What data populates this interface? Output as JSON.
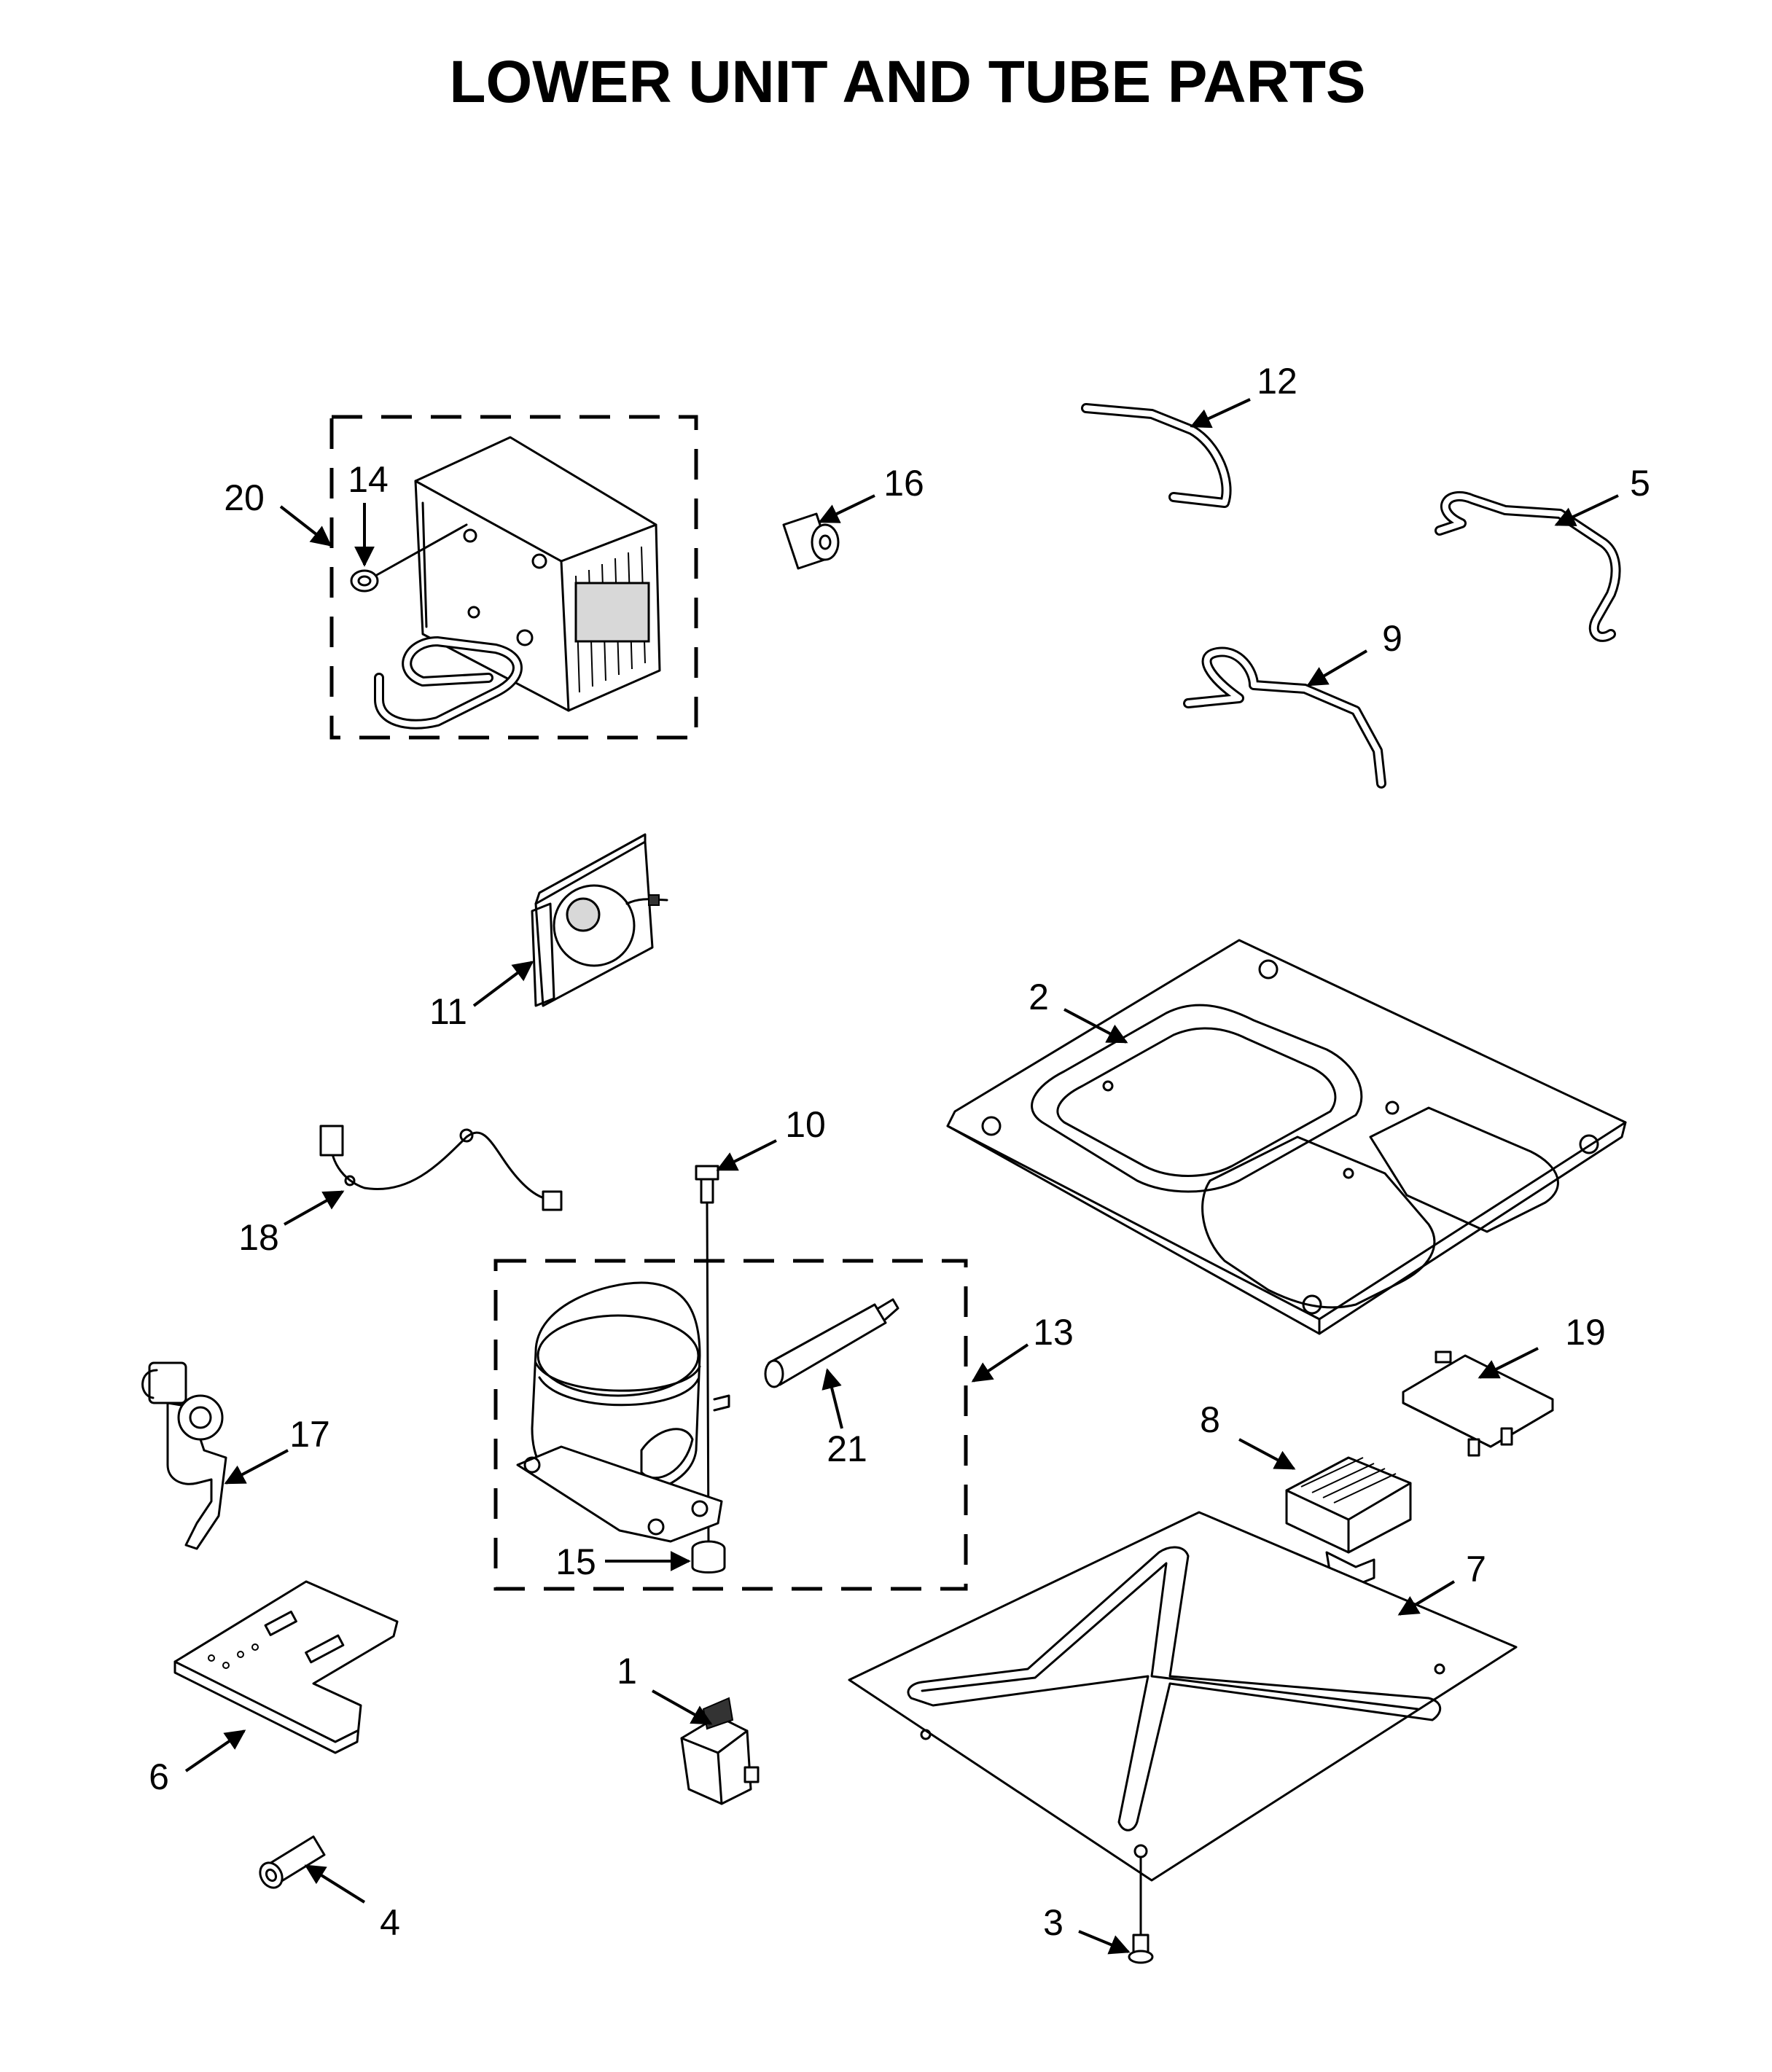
{
  "title": "LOWER UNIT AND TUBE PARTS",
  "callouts": {
    "c1": "1",
    "c2": "2",
    "c3": "3",
    "c4": "4",
    "c5": "5",
    "c6": "6",
    "c7": "7",
    "c8": "8",
    "c9": "9",
    "c10": "10",
    "c11": "11",
    "c12": "12",
    "c13": "13",
    "c14": "14",
    "c15": "15",
    "c16": "16",
    "c17": "17",
    "c18": "18",
    "c19": "19",
    "c20": "20",
    "c21": "21"
  },
  "colors": {
    "ink": "#000000",
    "paper": "#ffffff"
  }
}
